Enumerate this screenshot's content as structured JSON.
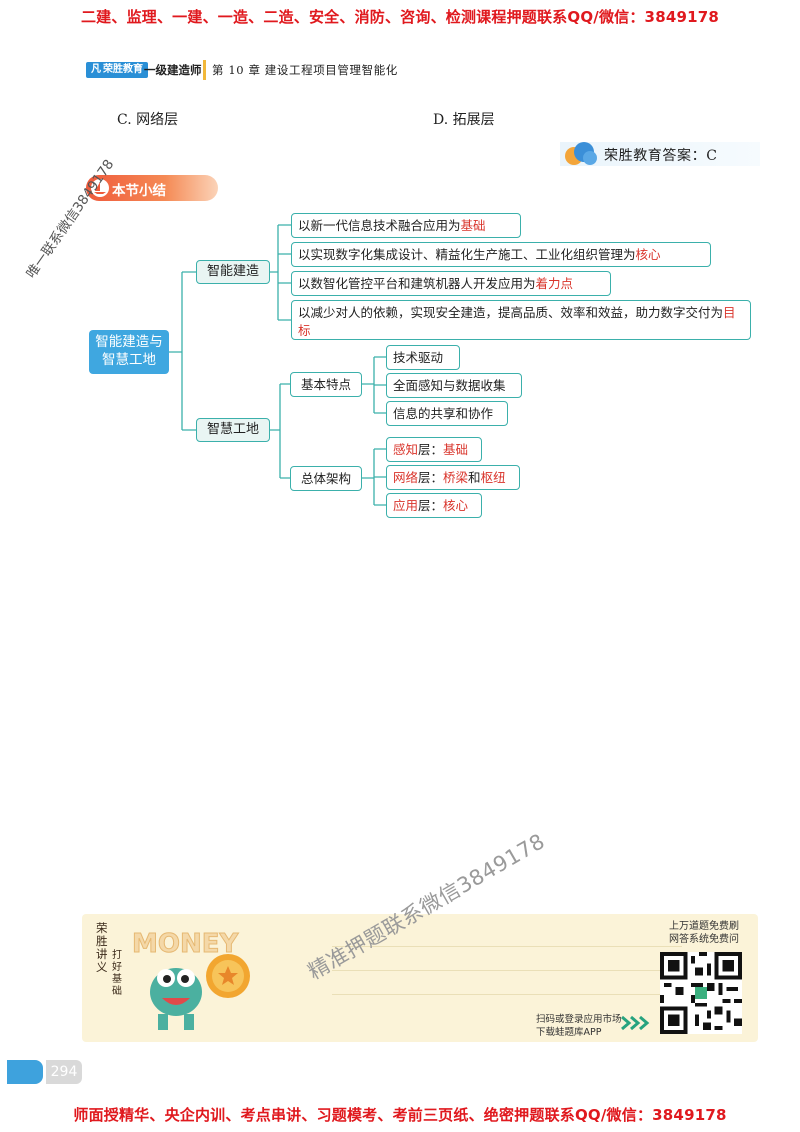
{
  "banner_top": "二建、监理、一建、一造、二造、安全、消防、咨询、检测课程押题联系QQ/微信：3849178",
  "banner_bottom": "师面授精华、央企内训、考点串讲、习题模考、考前三页纸、绝密押题联系QQ/微信：3849178",
  "header": {
    "brand": "荣胜教育",
    "book": "一级建造师",
    "chapter": "第 10 章  建设工程项目管理智能化"
  },
  "options": {
    "c": "C. 网络层",
    "d": "D. 拓展层"
  },
  "answer": "荣胜教育答案：C",
  "section_title": "本节小结",
  "mindmap": {
    "root": [
      "智能建造与",
      "智慧工地"
    ],
    "branch1": {
      "label": "智能建造",
      "items": [
        {
          "pre": "以新一代信息技术融合应用为",
          "hl": "基础",
          "post": ""
        },
        {
          "pre": "以实现数字化集成设计、精益化生产施工、工业化组织管理为",
          "hl": "核心",
          "post": ""
        },
        {
          "pre": "以数智化管控平台和建筑机器人开发应用为",
          "hl": "着力点",
          "post": ""
        },
        {
          "pre": "以减少对人的依赖，实现安全建造，提高品质、效率和效益，助力数字交付为",
          "hl": "目标",
          "post": ""
        }
      ]
    },
    "branch2": {
      "label": "智慧工地",
      "sub1": {
        "label": "基本特点",
        "items": [
          "技术驱动",
          "全面感知与数据收集",
          "信息的共享和协作"
        ]
      },
      "sub2": {
        "label": "总体架构",
        "items": [
          {
            "a": "感知",
            "b": "层：",
            "c": "基础",
            "d": "",
            "e": ""
          },
          {
            "a": "网络",
            "b": "层：",
            "c": "桥梁",
            "d": "和",
            "e": "枢纽"
          },
          {
            "a": "应用",
            "b": "层：",
            "c": "核心",
            "d": "",
            "e": ""
          }
        ]
      }
    }
  },
  "watermark_side": "唯一联系微信3849178",
  "watermark_center": "精准押题联系微信3849178",
  "ad": {
    "vertical_main": "荣胜讲义",
    "vertical_sub": "打好基础",
    "qr_title": [
      "上万道题免费刷",
      "网答系统免费问"
    ],
    "scan_text": [
      "扫码或登录应用市场",
      "下载蛙题库APP"
    ]
  },
  "page_number": "294"
}
